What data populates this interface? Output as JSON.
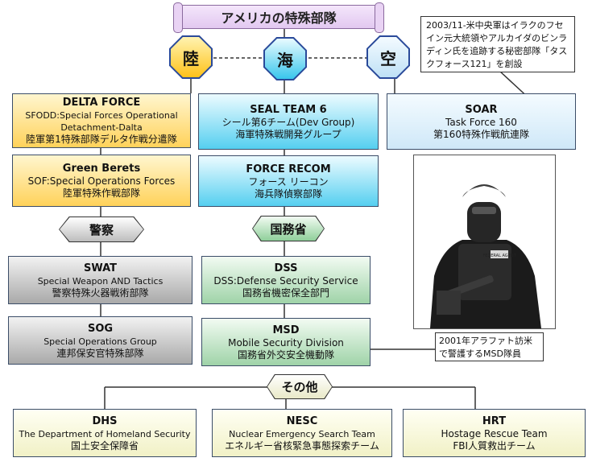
{
  "title": "アメリカの特殊部隊",
  "branches": {
    "army": "陸",
    "navy": "海",
    "air": "空"
  },
  "categories": {
    "police": "警察",
    "state": "国務省",
    "other": "その他"
  },
  "units": {
    "delta": {
      "name": "DELTA FORCE",
      "line1": "SFODD:Special Forces Operational",
      "line2": "Detachment-Dalta",
      "jp": "陸軍第1特殊部隊デルタ作戦分遣隊"
    },
    "green_berets": {
      "name": "Green Berets",
      "line1": "SOF:Special Operations Forces",
      "jp": "陸軍特殊作戦部隊"
    },
    "seal": {
      "name": "SEAL TEAM 6",
      "line1": "シール第6チーム(Dev Group)",
      "jp": "海軍特殊戦開発グループ"
    },
    "force_recon": {
      "name": "FORCE RECOM",
      "line1": "フォース リーコン",
      "jp": "海兵隊偵察部隊"
    },
    "soar": {
      "name": "SOAR",
      "line1": "Task Force 160",
      "jp": "第160特殊作戦航連隊"
    },
    "swat": {
      "name": "SWAT",
      "line1": "Special Weapon AND Tactics",
      "jp": "警察特殊火器戦術部隊"
    },
    "sog": {
      "name": "SOG",
      "line1": "Special Operations Group",
      "jp": "連邦保安官特殊部隊"
    },
    "dss": {
      "name": "DSS",
      "line1": "DSS:Defense Security Service",
      "jp": "国務省機密保全部門"
    },
    "msd": {
      "name": "MSD",
      "line1": "Mobile Security Division",
      "jp": "国務省外交安全機動隊"
    },
    "dhs": {
      "name": "DHS",
      "line1": "The Department of Homeland Security",
      "jp": "国土安全保障省"
    },
    "nesc": {
      "name": "NESC",
      "line1": "Nuclear Emergency Search Team",
      "jp": "エネルギー省核緊急事態探索チーム"
    },
    "hrt": {
      "name": "HRT",
      "line1": "Hostage Rescue Team",
      "jp": "FBI人質救出チーム"
    }
  },
  "notes": {
    "soar_note": "2003/11-米中央軍はイラクのフセイン元大統領やアルカイダのビンラディン氏を追跡する秘密部隊「タスクフォース121」を創設",
    "photo_caption": "2001年アラファト訪米で警護するMSD隊員",
    "vest_text": "FEDERAL AGENT"
  }
}
